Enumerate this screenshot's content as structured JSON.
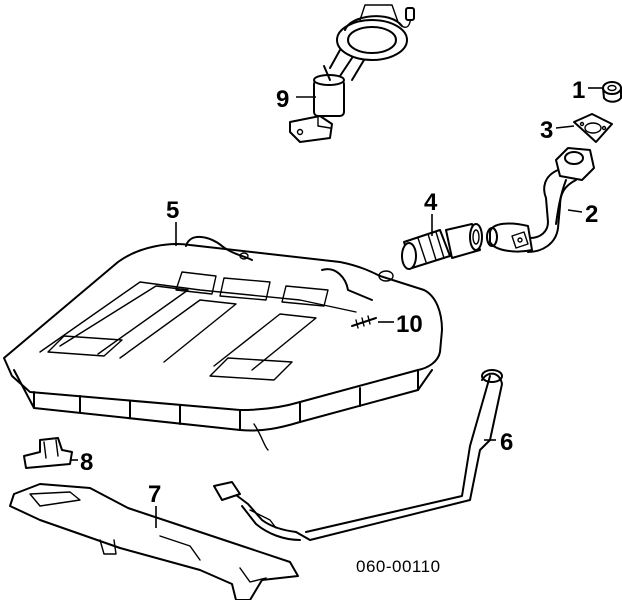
{
  "diagram": {
    "drawing_code": "060-00110",
    "callouts": [
      {
        "id": "1",
        "label": "1"
      },
      {
        "id": "2",
        "label": "2"
      },
      {
        "id": "3",
        "label": "3"
      },
      {
        "id": "4",
        "label": "4"
      },
      {
        "id": "5",
        "label": "5"
      },
      {
        "id": "6",
        "label": "6"
      },
      {
        "id": "7",
        "label": "7"
      },
      {
        "id": "8",
        "label": "8"
      },
      {
        "id": "9",
        "label": "9"
      },
      {
        "id": "10",
        "label": "10"
      }
    ],
    "colors": {
      "ink": "#000000",
      "background": "#ffffff"
    }
  }
}
